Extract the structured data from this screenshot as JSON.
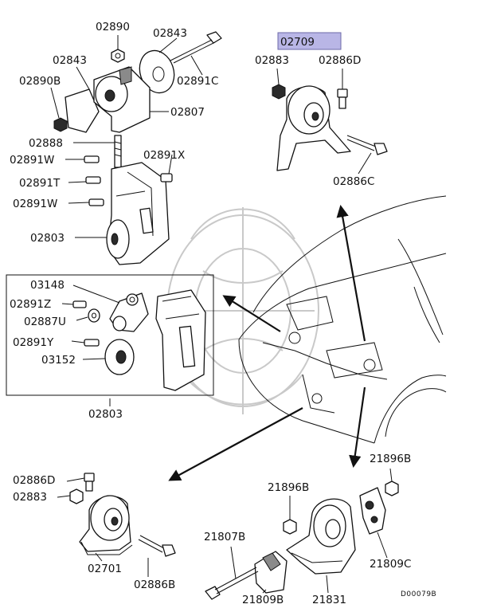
{
  "labels": {
    "top_left": [
      "02890",
      "02843",
      "02843",
      "02890B",
      "02891C",
      "02807",
      "02888",
      "02891W",
      "02891X",
      "02891T",
      "02891W",
      "02803"
    ],
    "inset": [
      "03148",
      "02891Z",
      "02887U",
      "02891Y",
      "03152"
    ],
    "inset_caption": "02803",
    "top_right_highlight": "02709",
    "top_right": [
      "02883",
      "02886D",
      "02886C"
    ],
    "bottom_left": [
      "02886D",
      "02883",
      "02701",
      "02886B"
    ],
    "bottom_right": [
      "21896B",
      "21896B",
      "21807B",
      "21809C",
      "21809B",
      "21831"
    ],
    "diagram_code": "D00079B"
  },
  "colors": {
    "highlight_fill": "#b9b6e6",
    "highlight_border": "#6d6aa8",
    "ink": "#111111",
    "watermark": "#c9c9c9"
  }
}
